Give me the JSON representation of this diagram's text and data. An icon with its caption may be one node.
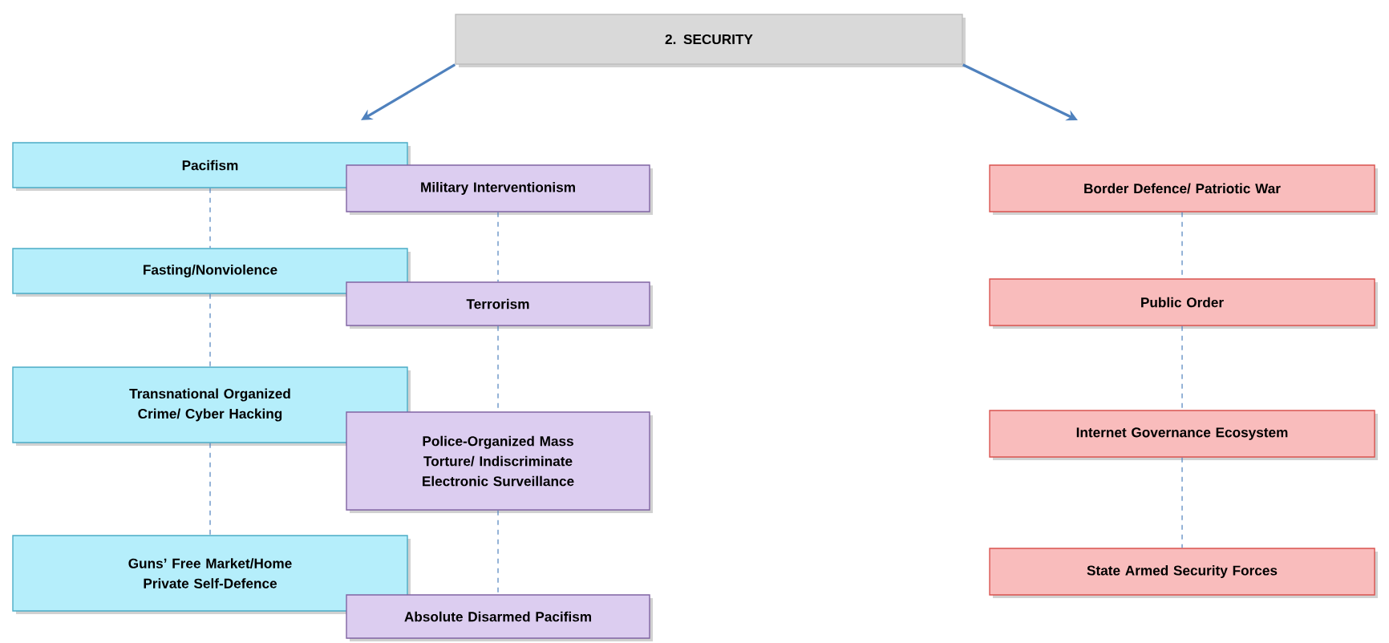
{
  "diagram": {
    "nodes": [
      {
        "text": [
          "2. SECURITY"
        ]
      },
      {
        "text": [
          "Pacifism"
        ]
      },
      {
        "text": [
          "Fasting/Nonviolence"
        ]
      },
      {
        "text": [
          "Transnational Organized Crime/ Cyber Hacking"
        ]
      },
      {
        "text": [
          "Guns’ Free Market/Home Private Self-Defence"
        ]
      },
      {
        "text": [
          "Military Interventionism"
        ]
      },
      {
        "text": [
          "Terrorism"
        ]
      },
      {
        "text": [
          "Police-Organized Mass Torture/ Indiscriminate Electronic Surveillance"
        ]
      },
      {
        "text": [
          "Absolute Disarmed Pacifism"
        ]
      },
      {
        "text": [
          "Border Defence/ Patriotic War"
        ]
      },
      {
        "text": [
          "Public Order"
        ]
      },
      {
        "text": [
          "Internet Governance Ecosystem"
        ]
      },
      {
        "text": [
          "State Armed Security Forces"
        ]
      }
    ],
    "edges": [
      {
        "from": 0,
        "to": null,
        "arrow": "to"
      },
      {
        "from": 0,
        "to": null,
        "arrow": "to"
      },
      {
        "from": 1,
        "to": 2,
        "arrow": "none",
        "style": "dashed"
      },
      {
        "from": 2,
        "to": 3,
        "arrow": "none",
        "style": "dashed"
      },
      {
        "from": 3,
        "to": 4,
        "arrow": "none",
        "style": "dashed"
      },
      {
        "from": 5,
        "to": 6,
        "arrow": "none",
        "style": "dashed"
      },
      {
        "from": 6,
        "to": 7,
        "arrow": "none",
        "style": "dashed"
      },
      {
        "from": 7,
        "to": 8,
        "arrow": "none",
        "style": "dashed"
      },
      {
        "from": 9,
        "to": 10,
        "arrow": "none",
        "style": "dashed"
      },
      {
        "from": 10,
        "to": 11,
        "arrow": "none",
        "style": "dashed"
      },
      {
        "from": 11,
        "to": 12,
        "arrow": "none",
        "style": "dashed"
      }
    ]
  }
}
